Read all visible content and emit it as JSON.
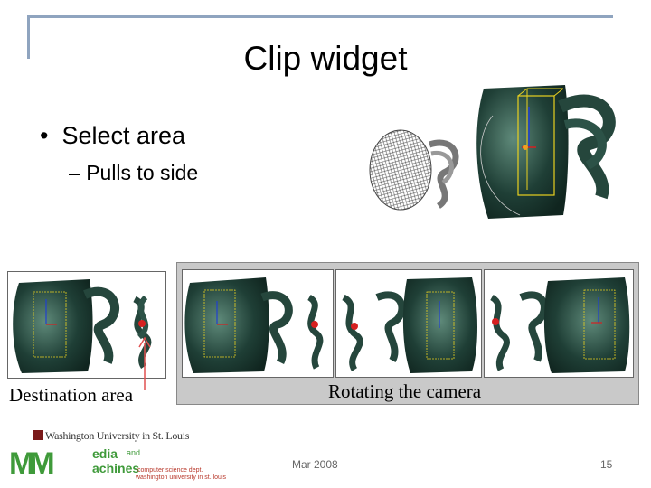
{
  "slide": {
    "title": "Clip widget",
    "bullet": "Select area",
    "sub_bullet": "Pulls to side",
    "bullet_marker": "•",
    "sub_marker": "–"
  },
  "captions": {
    "destination": "Destination area",
    "rotating": "Rotating the camera"
  },
  "footer": {
    "date": "Mar 2008",
    "page_number": "15",
    "slide_number_overlay": "15"
  },
  "logos": {
    "washu": "Washington University in St. Louis",
    "mm_letters": "MM",
    "mm_edia": "edia",
    "mm_and": "and",
    "mm_achines": "achines",
    "dept_line": "computer science dept.",
    "univ_line": "washington university in st. louis"
  },
  "colors": {
    "mug_green": "#1f3f36",
    "mug_highlight": "#5f8a7a",
    "accent_red": "#d62020",
    "frame_blue": "#8fa4bf",
    "logo_green": "#3f9a3a",
    "logo_red": "#b8382b",
    "arrow_red": "#e05050"
  }
}
